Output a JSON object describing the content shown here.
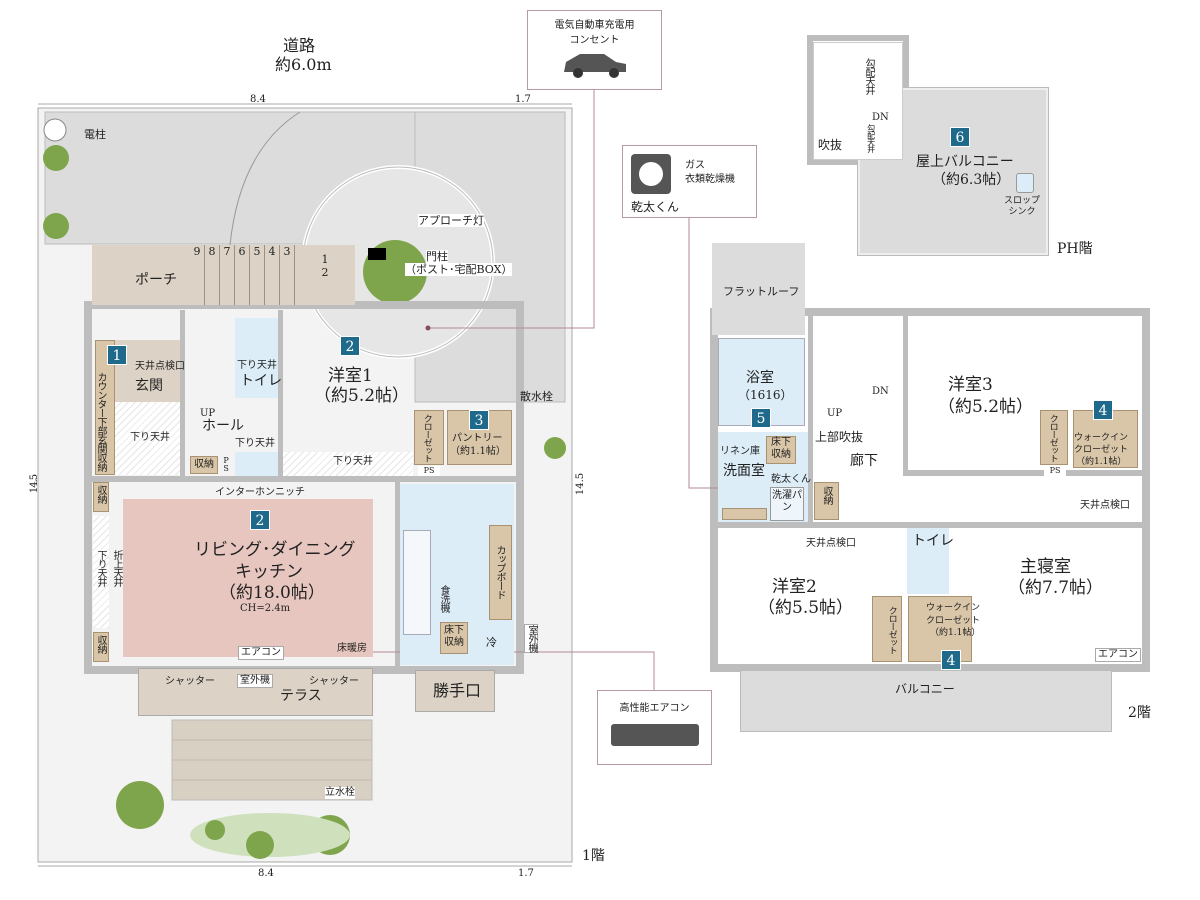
{
  "site": {
    "road": "道路",
    "road_width": "約6.0m",
    "pole": "電柱",
    "approach_light": "アプローチ灯",
    "gate_post": "門柱",
    "gate_post_note": "（ポスト･宅配BOX）",
    "drain": "散水栓",
    "standpipe": "立水栓",
    "dim_top_a": "8.4",
    "dim_top_b": "1.7",
    "dim_bottom_a": "8.4",
    "dim_bottom_b": "1.7",
    "dim_left": "14.5",
    "dim_right": "14.5",
    "steps": [
      "9",
      "8",
      "7",
      "6",
      "5",
      "4",
      "3",
      "2",
      "1"
    ]
  },
  "callouts": {
    "ev": "電気自動車充電用\nコンセント",
    "ev_line1": "電気自動車充電用",
    "ev_line2": "コンセント",
    "dryer_line1": "ガス",
    "dryer_line2": "衣類乾燥機",
    "dryer_name": "乾太くん",
    "aircon": "高性能エアコン"
  },
  "floor1": {
    "label": "1階",
    "porch": "ポーチ",
    "entrance": {
      "badge": "1",
      "name": "玄関",
      "note": "天井点検口",
      "storage": "カウンター下部玄関収納",
      "dropped": "下り天井"
    },
    "hall": "ホール",
    "up": "UP",
    "toilet": "トイレ",
    "toilet_note": "下り天井",
    "hall_note": "下り天井",
    "storage": "収納",
    "ps": "PS",
    "room1": {
      "badge": "2",
      "name": "洋室1",
      "size": "（約5.2帖）",
      "note": "下り天井"
    },
    "closet": "クローゼット",
    "ps2": "PS",
    "pantry": {
      "badge": "3",
      "name": "パントリー",
      "size": "（約1.1帖）"
    },
    "intercom": "インターホンニッチ",
    "ldk": {
      "badge": "2",
      "name1": "リビング･ダイニング",
      "name2": "キッチン",
      "size": "（約18.0帖）",
      "ch": "CH=2.4m"
    },
    "storage_a": "収納",
    "storage_b": "収納",
    "fold_ceiling": "折上天井",
    "dropped2": "下り天井",
    "cupboard": "カップボード",
    "dishwasher": "食洗機",
    "underfloor": "床下収納",
    "fridge": "冷",
    "outdoor_unit": "室外機",
    "aircon": "エアコン",
    "floor_heating": "床暖房",
    "shutter_a": "シャッター",
    "shutter_b": "シャッター",
    "outdoor_unit2": "室外機",
    "terrace": "テラス",
    "back_door": "勝手口"
  },
  "floor2": {
    "label": "2階",
    "flat_roof": "フラットルーフ",
    "bath": {
      "badge": "5",
      "name": "浴室",
      "size": "（1616）"
    },
    "washroom": "洗面室",
    "linen": "リネン庫",
    "underfloor": "床下収納",
    "dryer": "乾太くん",
    "pan": "洗濯パン",
    "up": "UP",
    "dn": "DN",
    "void": "上部吹抜",
    "corridor": "廊下",
    "storage": "収納",
    "room3": {
      "name": "洋室3",
      "size": "（約5.2帖）"
    },
    "closet_a": "クローゼット",
    "ps": "PS",
    "wic_a": {
      "badge": "4",
      "name1": "ウォークイン",
      "name2": "クローゼット",
      "size": "（約1.1帖）"
    },
    "hatch_a": "天井点検口",
    "hatch_b": "天井点検口",
    "room2": {
      "name": "洋室2",
      "size": "（約5.5帖）"
    },
    "toilet": "トイレ",
    "closet_b": "クローゼット",
    "wic_b": {
      "badge": "4",
      "name1": "ウォークイン",
      "name2": "クローゼット",
      "size": "（約1.1帖）"
    },
    "master": {
      "name": "主寝室",
      "size": "（約7.7帖）"
    },
    "aircon": "エアコン",
    "balcony": "バルコニー"
  },
  "ph": {
    "label": "PH階",
    "slope1": "勾配天井",
    "slope2": "勾配天井",
    "dn": "DN",
    "void": "吹抜",
    "balcony": {
      "badge": "6",
      "name": "屋上バルコニー",
      "size": "（約6.3帖）"
    },
    "sink": "スロップシンク"
  }
}
